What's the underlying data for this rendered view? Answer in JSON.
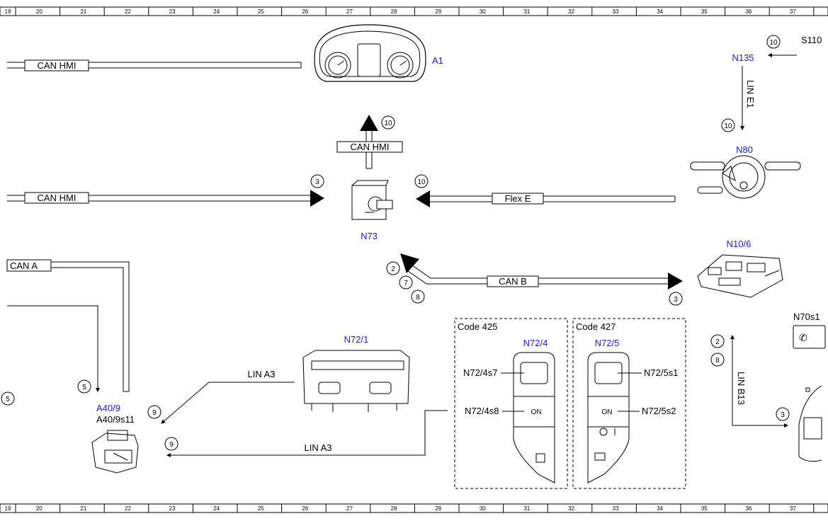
{
  "ruler": [
    "19",
    "20",
    "21",
    "22",
    "23",
    "24",
    "25",
    "26",
    "27",
    "28",
    "29",
    "30",
    "31",
    "32",
    "33",
    "34",
    "35",
    "36",
    "37"
  ],
  "components": {
    "a1": "A1",
    "n135": "N135",
    "s110": "S110",
    "n80": "N80",
    "n73": "N73",
    "n10_6": "N10/6",
    "n70s1": "N70s1",
    "n72_1": "N72/1",
    "n72_4": "N72/4",
    "n72_5": "N72/5",
    "a40_9": "A40/9",
    "a40_9s11": "A40/9s11",
    "n72_4s7": "N72/4s7",
    "n72_4s8": "N72/4s8",
    "n72_5s1": "N72/5s1",
    "n72_5s2": "N72/5s2"
  },
  "buses": {
    "can_hmi_top": "CAN HMI",
    "can_hmi_vertical": "CAN HMI",
    "can_hmi_mid": "CAN HMI",
    "flex_e": "Flex E",
    "can_b": "CAN B",
    "can_a": "CAN A",
    "lin_a3_upper": "LIN A3",
    "lin_a3_lower": "LIN A3",
    "lin_e1": "LIN E1",
    "lin_b13": "LIN B13"
  },
  "codes": {
    "code425": "Code 425",
    "code427": "Code 427"
  },
  "button_labels": {
    "on_left": "ON",
    "on_right": "ON"
  },
  "markers": {
    "m10_a1": "10",
    "m10_s110": "10",
    "m10_n80": "10",
    "m3_n73": "3",
    "m10_flex": "10",
    "m2_canb": "2",
    "m7_canb": "7",
    "m8_canb": "8",
    "m3_canb": "3",
    "m2_linb13": "2",
    "m8_linb13": "8",
    "m3_linb13": "3",
    "m5_left": "5",
    "m5_edge": "5",
    "m9_upper": "9",
    "m9_lower": "9"
  }
}
